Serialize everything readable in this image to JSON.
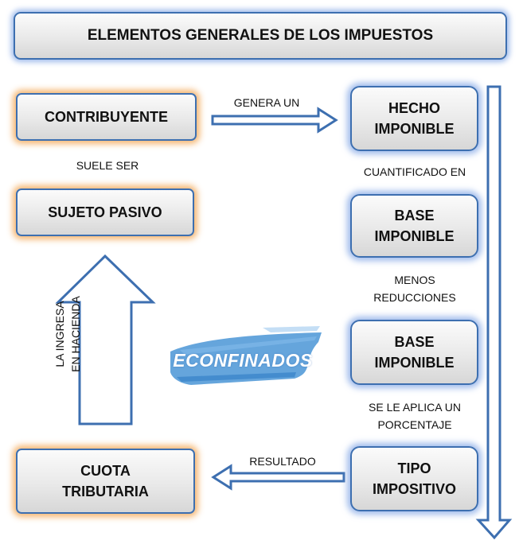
{
  "title": "ELEMENTOS GENERALES DE LOS IMPUESTOS",
  "nodes": {
    "contribuyente": "CONTRIBUYENTE",
    "sujeto_pasivo": "SUJETO PASIVO",
    "cuota_tributaria": [
      "CUOTA",
      "TRIBUTARIA"
    ],
    "hecho_imponible": [
      "HECHO",
      "IMPONIBLE"
    ],
    "base_imponible_1": [
      "BASE",
      "IMPONIBLE"
    ],
    "base_imponible_2": [
      "BASE",
      "IMPONIBLE"
    ],
    "tipo_impositivo": [
      "TIPO",
      "IMPOSITIVO"
    ]
  },
  "edges": {
    "genera_un": "GENERA UN",
    "suele_ser": "SUELE SER",
    "cuantificado_en": "CUANTIFICADO EN",
    "menos_reducciones": [
      "MENOS",
      "REDUCCIONES"
    ],
    "se_le_aplica": [
      "SE LE APLICA UN",
      "PORCENTAJE"
    ],
    "resultado": "RESULTADO",
    "la_ingresa": [
      "LA INGRESA",
      "EN HACIENDA"
    ]
  },
  "watermark": "ECONFINADOS",
  "colors": {
    "border": "#3d6fb0",
    "orange_glow": "#f3aa5a",
    "blue_glow": "#82a5e6",
    "watermark_brush": "#4a95d6"
  }
}
